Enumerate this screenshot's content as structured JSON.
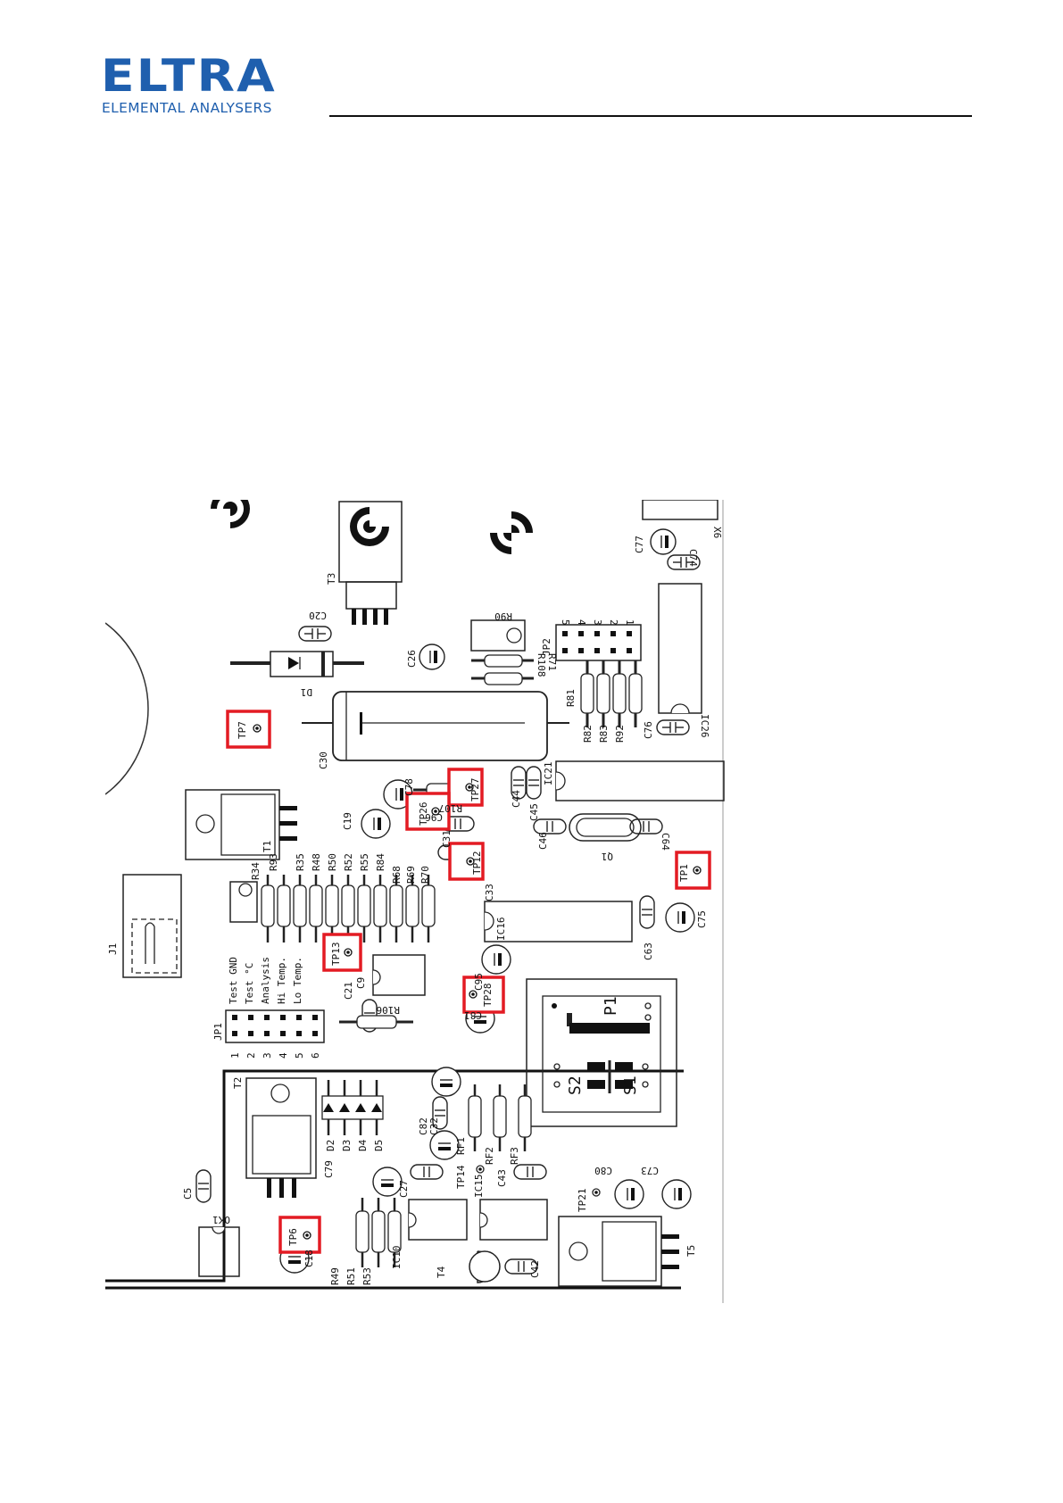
{
  "header": {
    "logo_text": "ELTRA",
    "logo_tagline": "ELEMENTAL ANALYSERS",
    "brand_color": "#1f5fae"
  },
  "figure": {
    "highlight_color": "#e31b23",
    "test_points_highlighted": [
      "TP7",
      "TP27",
      "TP26",
      "TP12",
      "TP1",
      "TP13",
      "TP28",
      "TP6"
    ],
    "other_test_points": [
      "TP14",
      "TP21"
    ],
    "jumper_jp1_labels": [
      "Test GND",
      "Test °C",
      "Analysis",
      "Hi Temp.",
      "Lo Temp."
    ],
    "jumper_jp1_pins": [
      "1",
      "2",
      "3",
      "4",
      "5",
      "6"
    ],
    "jumper_jp2_pins": [
      "5",
      "4",
      "3",
      "2",
      "1"
    ],
    "resistor_row_labels": [
      "R34",
      "R93",
      "R35",
      "R48",
      "R50",
      "R52",
      "R55",
      "R84",
      "R68",
      "R69",
      "R70"
    ],
    "components": {
      "ic26": "IC26",
      "c77": "C77",
      "c74": "C74",
      "x6": "X6",
      "t3": "T3",
      "c20": "C20",
      "r90": "R90",
      "jp2": "JP2",
      "c26": "C26",
      "r108": "R108",
      "r71": "R71",
      "d1": "D1",
      "r81": "R81",
      "r82": "R82",
      "r83": "R83",
      "r92": "R92",
      "c76": "C76",
      "c30": "C30",
      "ic21": "IC21",
      "c78": "C78",
      "r107": "R107",
      "c19": "C19",
      "t1": "T1",
      "c96": "C96",
      "c44": "C44",
      "c45": "C45",
      "c46": "C46",
      "q1": "Q1",
      "c64": "C64",
      "c31": "C31",
      "c33": "C33",
      "ic16": "IC16",
      "c75": "C75",
      "c63": "C63",
      "j1": "J1",
      "c95": "C95",
      "c9": "C9",
      "c21": "C21",
      "jp1": "JP1",
      "r106": "R106",
      "c81": "C81",
      "p1": "P1",
      "s1": "S1",
      "s2": "S2",
      "t2": "T2",
      "d2": "D2",
      "d3": "D3",
      "d4": "D4",
      "d5": "D5",
      "c32": "C32",
      "c82": "C82",
      "rf1": "RF1",
      "rf2": "RF2",
      "rf3": "RF3",
      "c79": "C79",
      "c27": "C27",
      "ic15": "IC15",
      "c43": "C43",
      "c80": "C80",
      "c73": "C73",
      "c5": "C5",
      "ok1": "OK1",
      "c18": "C18",
      "r49": "R49",
      "r51": "R51",
      "r53": "R53",
      "ic10": "IC10",
      "t4": "T4",
      "c42": "C42",
      "t5": "T5"
    }
  }
}
